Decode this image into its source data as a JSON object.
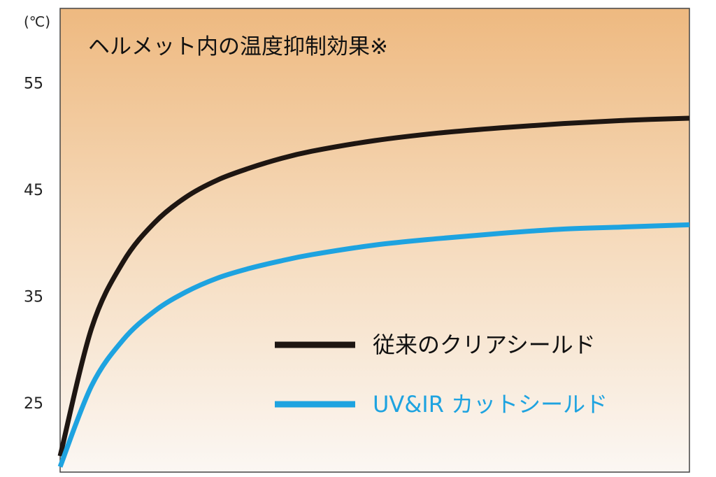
{
  "chart_data": {
    "type": "line",
    "title": "ヘルメット内の温度抑制効果※",
    "ylabel": "(℃)",
    "xlabel": "",
    "ylim": [
      18.5,
      62
    ],
    "xlim": [
      0,
      1
    ],
    "yticks": [
      55,
      45,
      35,
      25
    ],
    "ytick_labels": [
      "55",
      "45",
      "35",
      "25"
    ],
    "grid": false,
    "legend_position": "bottom-right",
    "colors": {
      "background_top": "#eeb980",
      "background_bottom": "#fbf7f3",
      "frame": "#444444"
    },
    "series": [
      {
        "name": "従来のクリアシールド",
        "color": "#1e1612",
        "x": [
          0,
          0.05,
          0.1,
          0.15,
          0.2,
          0.25,
          0.3,
          0.35,
          0.4,
          0.5,
          0.6,
          0.7,
          0.8,
          0.9,
          1.0
        ],
        "y": [
          20.0,
          32.0,
          38.2,
          41.9,
          44.3,
          45.9,
          47.0,
          47.9,
          48.6,
          49.6,
          50.3,
          50.8,
          51.2,
          51.5,
          51.7
        ]
      },
      {
        "name": "UV&IR カットシールド",
        "color": "#1ea3e0",
        "x": [
          0,
          0.05,
          0.1,
          0.15,
          0.2,
          0.25,
          0.3,
          0.35,
          0.4,
          0.5,
          0.6,
          0.7,
          0.8,
          0.9,
          1.0
        ],
        "y": [
          19.0,
          26.6,
          30.9,
          33.6,
          35.4,
          36.7,
          37.6,
          38.3,
          38.9,
          39.8,
          40.4,
          40.9,
          41.3,
          41.5,
          41.7
        ]
      }
    ]
  }
}
